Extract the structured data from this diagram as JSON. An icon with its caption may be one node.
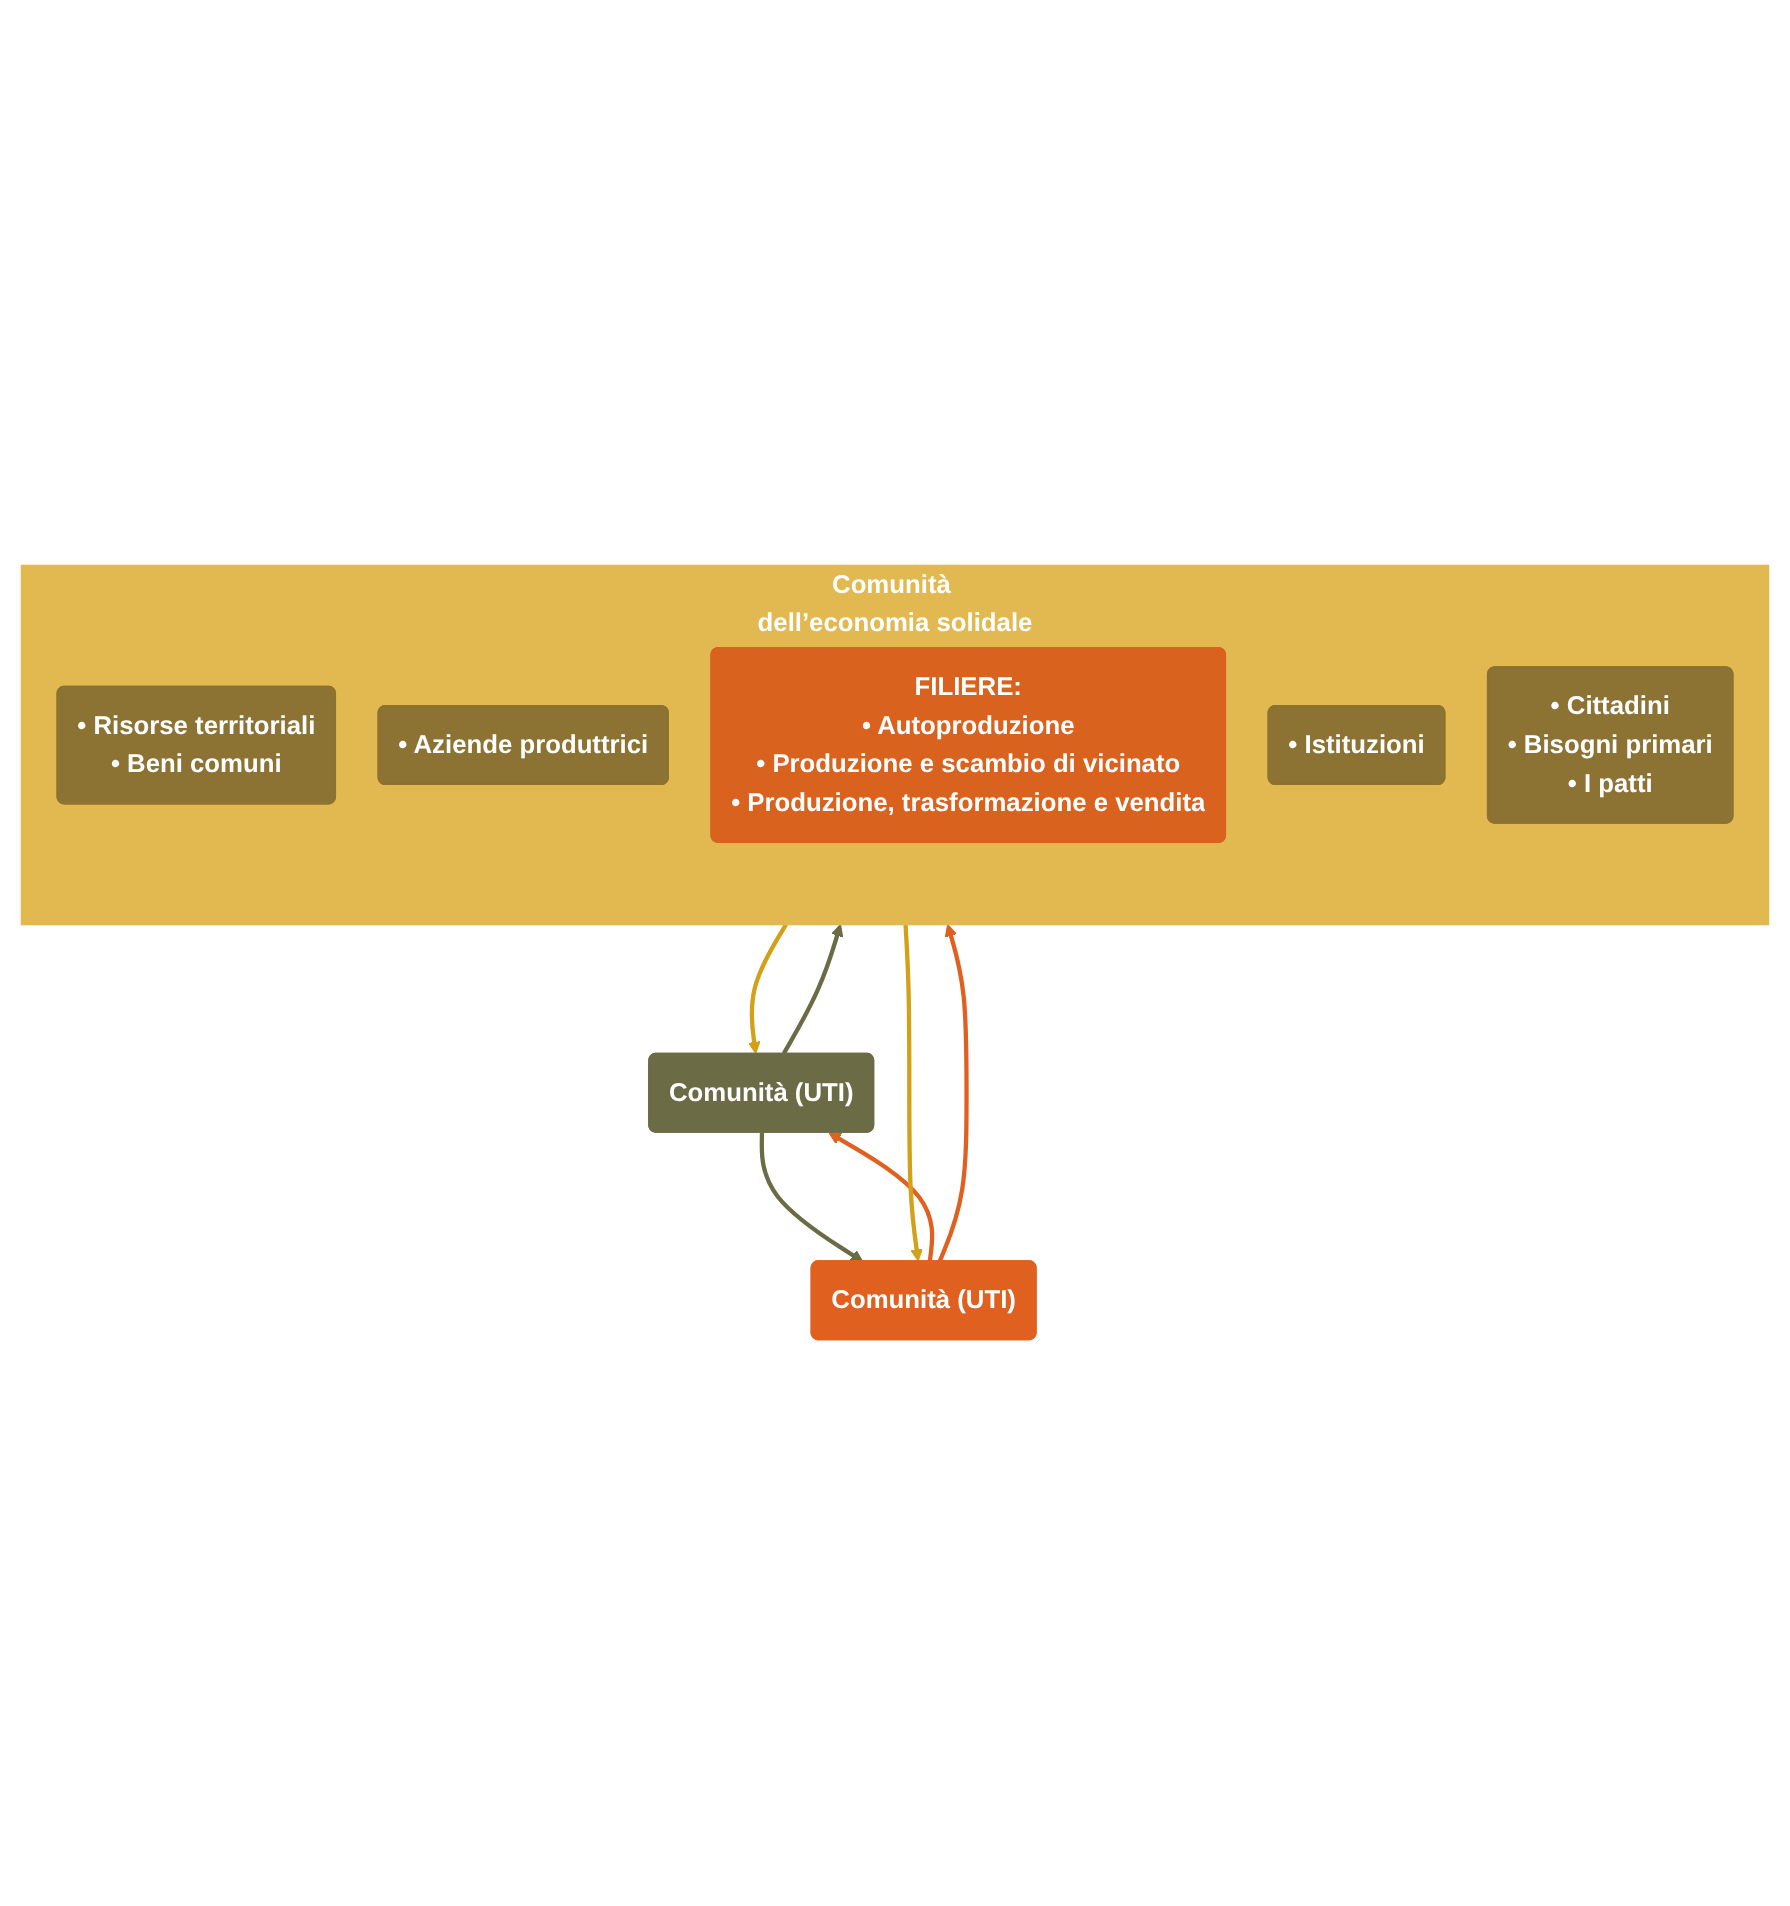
{
  "diagram": {
    "nodes": [
      {
        "text": [
          "Comunità dell’economia solidale"
        ]
      },
      {
        "text": [
          "• Risorse territoriali",
          "• Beni comuni"
        ],
        "in": 0
      },
      {
        "text": [
          "• Aziende produttrici"
        ],
        "in": 0
      },
      {
        "text": [
          "FILIERE:",
          "• Autoproduzione",
          "• Produzione e scambio di vicinato",
          "• Produzione, trasformazione e vendita"
        ],
        "in": 0
      },
      {
        "text": [
          "• Istituzioni"
        ],
        "in": 0
      },
      {
        "text": [
          "• Cittadini",
          "• Bisogni primari",
          "• I patti"
        ],
        "in": 0
      },
      {
        "text": [
          "Comunità (UTI)"
        ]
      },
      {
        "text": [
          "Comunità (UTI)"
        ]
      }
    ],
    "edges": [
      {
        "from": 0,
        "to": 6,
        "arrow": "to",
        "color": "#d4a017"
      },
      {
        "from": 6,
        "to": 0,
        "arrow": "to",
        "color": "#6b6b45"
      },
      {
        "from": 0,
        "to": 7,
        "arrow": "to",
        "color": "#d4a017"
      },
      {
        "from": 7,
        "to": 0,
        "arrow": "to",
        "color": "#e0601f"
      },
      {
        "from": 6,
        "to": 7,
        "arrow": "to",
        "color": "#6b6b45"
      },
      {
        "from": 7,
        "to": 6,
        "arrow": "to",
        "color": "#e0601f"
      }
    ]
  }
}
